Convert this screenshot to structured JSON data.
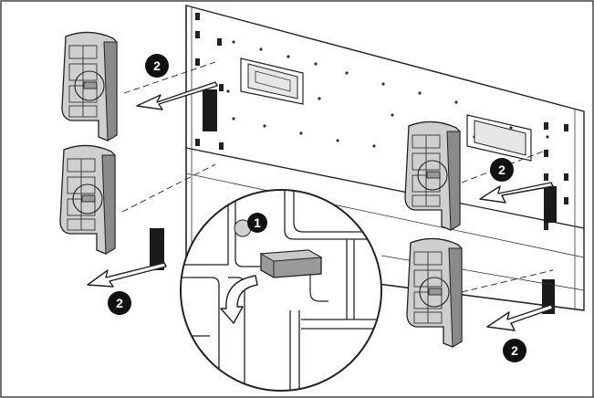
{
  "diagram": {
    "callouts": [
      {
        "id": "step-1",
        "label": "1"
      },
      {
        "id": "step-2-upper-left",
        "label": "2"
      },
      {
        "id": "step-2-lower-left",
        "label": "2"
      },
      {
        "id": "step-2-upper-right",
        "label": "2"
      },
      {
        "id": "step-2-lower-right",
        "label": "2"
      }
    ],
    "colors": {
      "stroke": "#222222",
      "bracket_fill": "#cfcfcf",
      "bracket_shadow": "#8a8a8a",
      "callout_fill": "#111111",
      "callout_text": "#ffffff",
      "release_tab": "#9a9a9a",
      "frame": "#444444"
    },
    "icons": [
      "removal-arrow-icon",
      "rotate-arrow-icon",
      "release-tab-icon"
    ]
  }
}
